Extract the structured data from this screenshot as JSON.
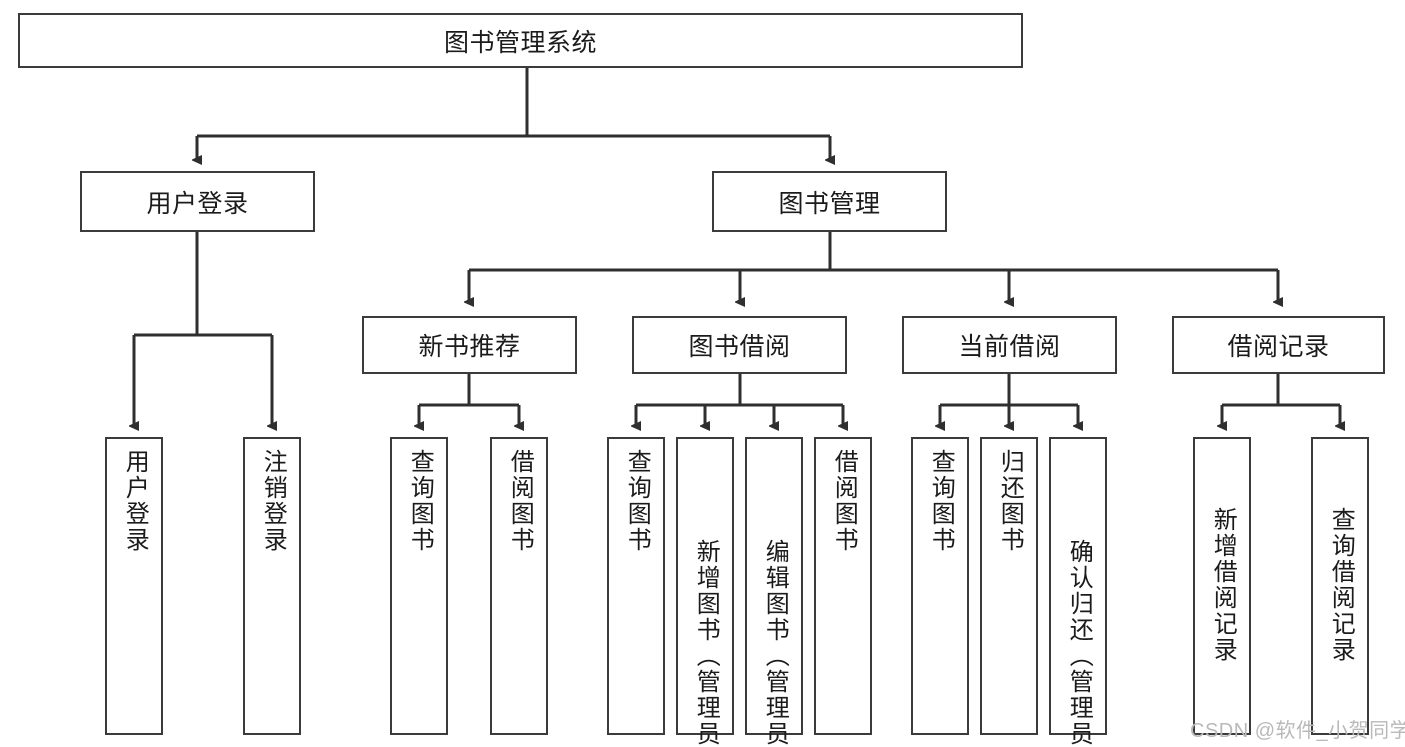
{
  "diagram": {
    "title": "图书管理系统",
    "type": "tree",
    "colors": {
      "box_border": "#3b3b3b",
      "box_fill": "#ffffff",
      "edge": "#2f2f2f",
      "text": "#1b1b1b",
      "watermark": "#b9b9b9",
      "background": "#ffffff"
    },
    "root": {
      "label": "图书管理系统"
    },
    "level2": [
      {
        "label": "用户登录"
      },
      {
        "label": "图书管理"
      }
    ],
    "level3": [
      {
        "label": "新书推荐"
      },
      {
        "label": "图书借阅"
      },
      {
        "label": "当前借阅"
      },
      {
        "label": "借阅记录"
      }
    ],
    "leaves": {
      "user_login": [
        {
          "label": "用户登录"
        },
        {
          "label": "注销登录"
        }
      ],
      "new_book_recommend": [
        {
          "label": "查询图书"
        },
        {
          "label": "借阅图书"
        }
      ],
      "book_borrow": [
        {
          "label": "查询图书"
        },
        {
          "label": "新增图书（管理员）"
        },
        {
          "label": "编辑图书（管理员）"
        },
        {
          "label": "借阅图书"
        }
      ],
      "current_borrow": [
        {
          "label": "查询图书"
        },
        {
          "label": "归还图书"
        },
        {
          "label": "确认归还（管理员）"
        }
      ],
      "borrow_record": [
        {
          "label": "新增借阅记录"
        },
        {
          "label": "查询借阅记录"
        }
      ]
    }
  },
  "watermark": {
    "text": "CSDN @软件_小贺同学"
  }
}
